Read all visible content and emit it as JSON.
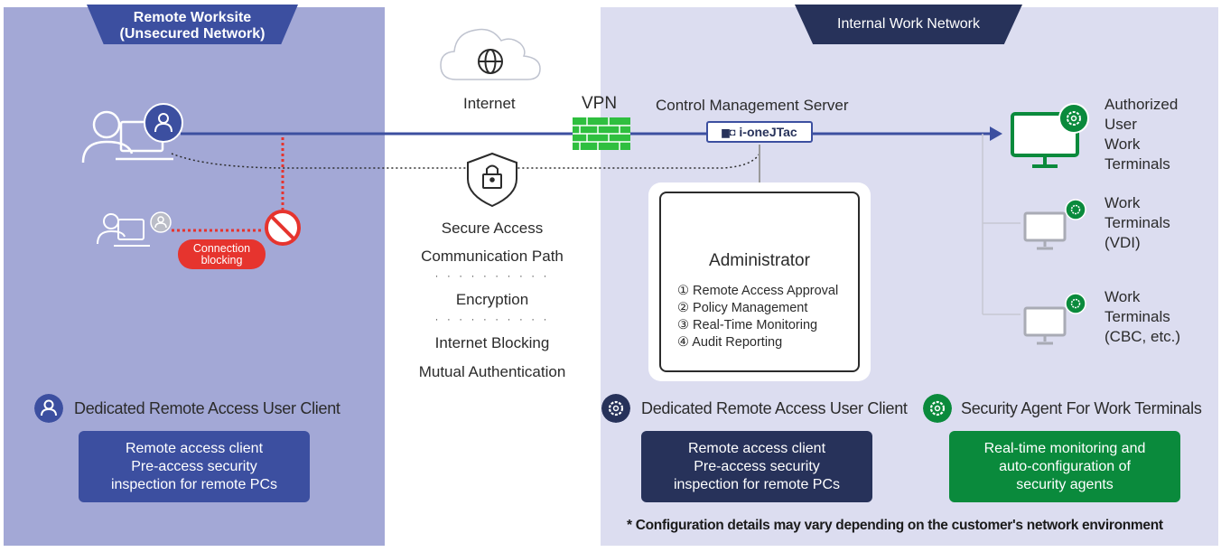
{
  "left_panel": {
    "title": "Remote Worksite\n(Unsecured Network)"
  },
  "right_panel": {
    "title": "Internal Work Network"
  },
  "internet_label": "Internet",
  "vpn_label": "VPN",
  "server": {
    "title": "Control Management Server",
    "brand": "i-oneJTac"
  },
  "connection_blocking": "Connection blocking",
  "secure_path": {
    "line1": "Secure Access",
    "line2": "Communication Path",
    "line3": "Encryption",
    "line4": "Internet Blocking",
    "line5": "Mutual Authentication"
  },
  "admin": {
    "title": "Administrator",
    "items": [
      "① Remote Access Approval",
      "② Policy Management",
      "③ Real-Time Monitoring",
      "④ Audit Reporting"
    ]
  },
  "terminals": {
    "authorized": "Authorized\nUser\nWork\nTerminals",
    "vdi": "Work\nTerminals\n(VDI)",
    "cbc": "Work\nTerminals\n(CBC, etc.)"
  },
  "legend": {
    "left_client": "Dedicated Remote Access User Client",
    "right_client": "Dedicated Remote Access User Client",
    "agent": "Security Agent For Work Terminals"
  },
  "boxes": {
    "blue": "Remote access client\nPre-access security\ninspection for remote PCs",
    "navy": "Remote access client\nPre-access security\ninspection for remote PCs",
    "green": "Real-time monitoring and\nauto-configuration of\nsecurity agents"
  },
  "footnote": "* Configuration details may vary depending on the customer's network environment",
  "colors": {
    "blue": "#3c4fa0",
    "navy": "#27325a",
    "green": "#0a8a3c",
    "red": "#e6342e"
  },
  "icons": [
    "globe-icon",
    "cloud-icon",
    "lock-shield-icon",
    "firewall-icon",
    "user-icon",
    "monitor-icon",
    "gear-icon",
    "block-icon"
  ]
}
